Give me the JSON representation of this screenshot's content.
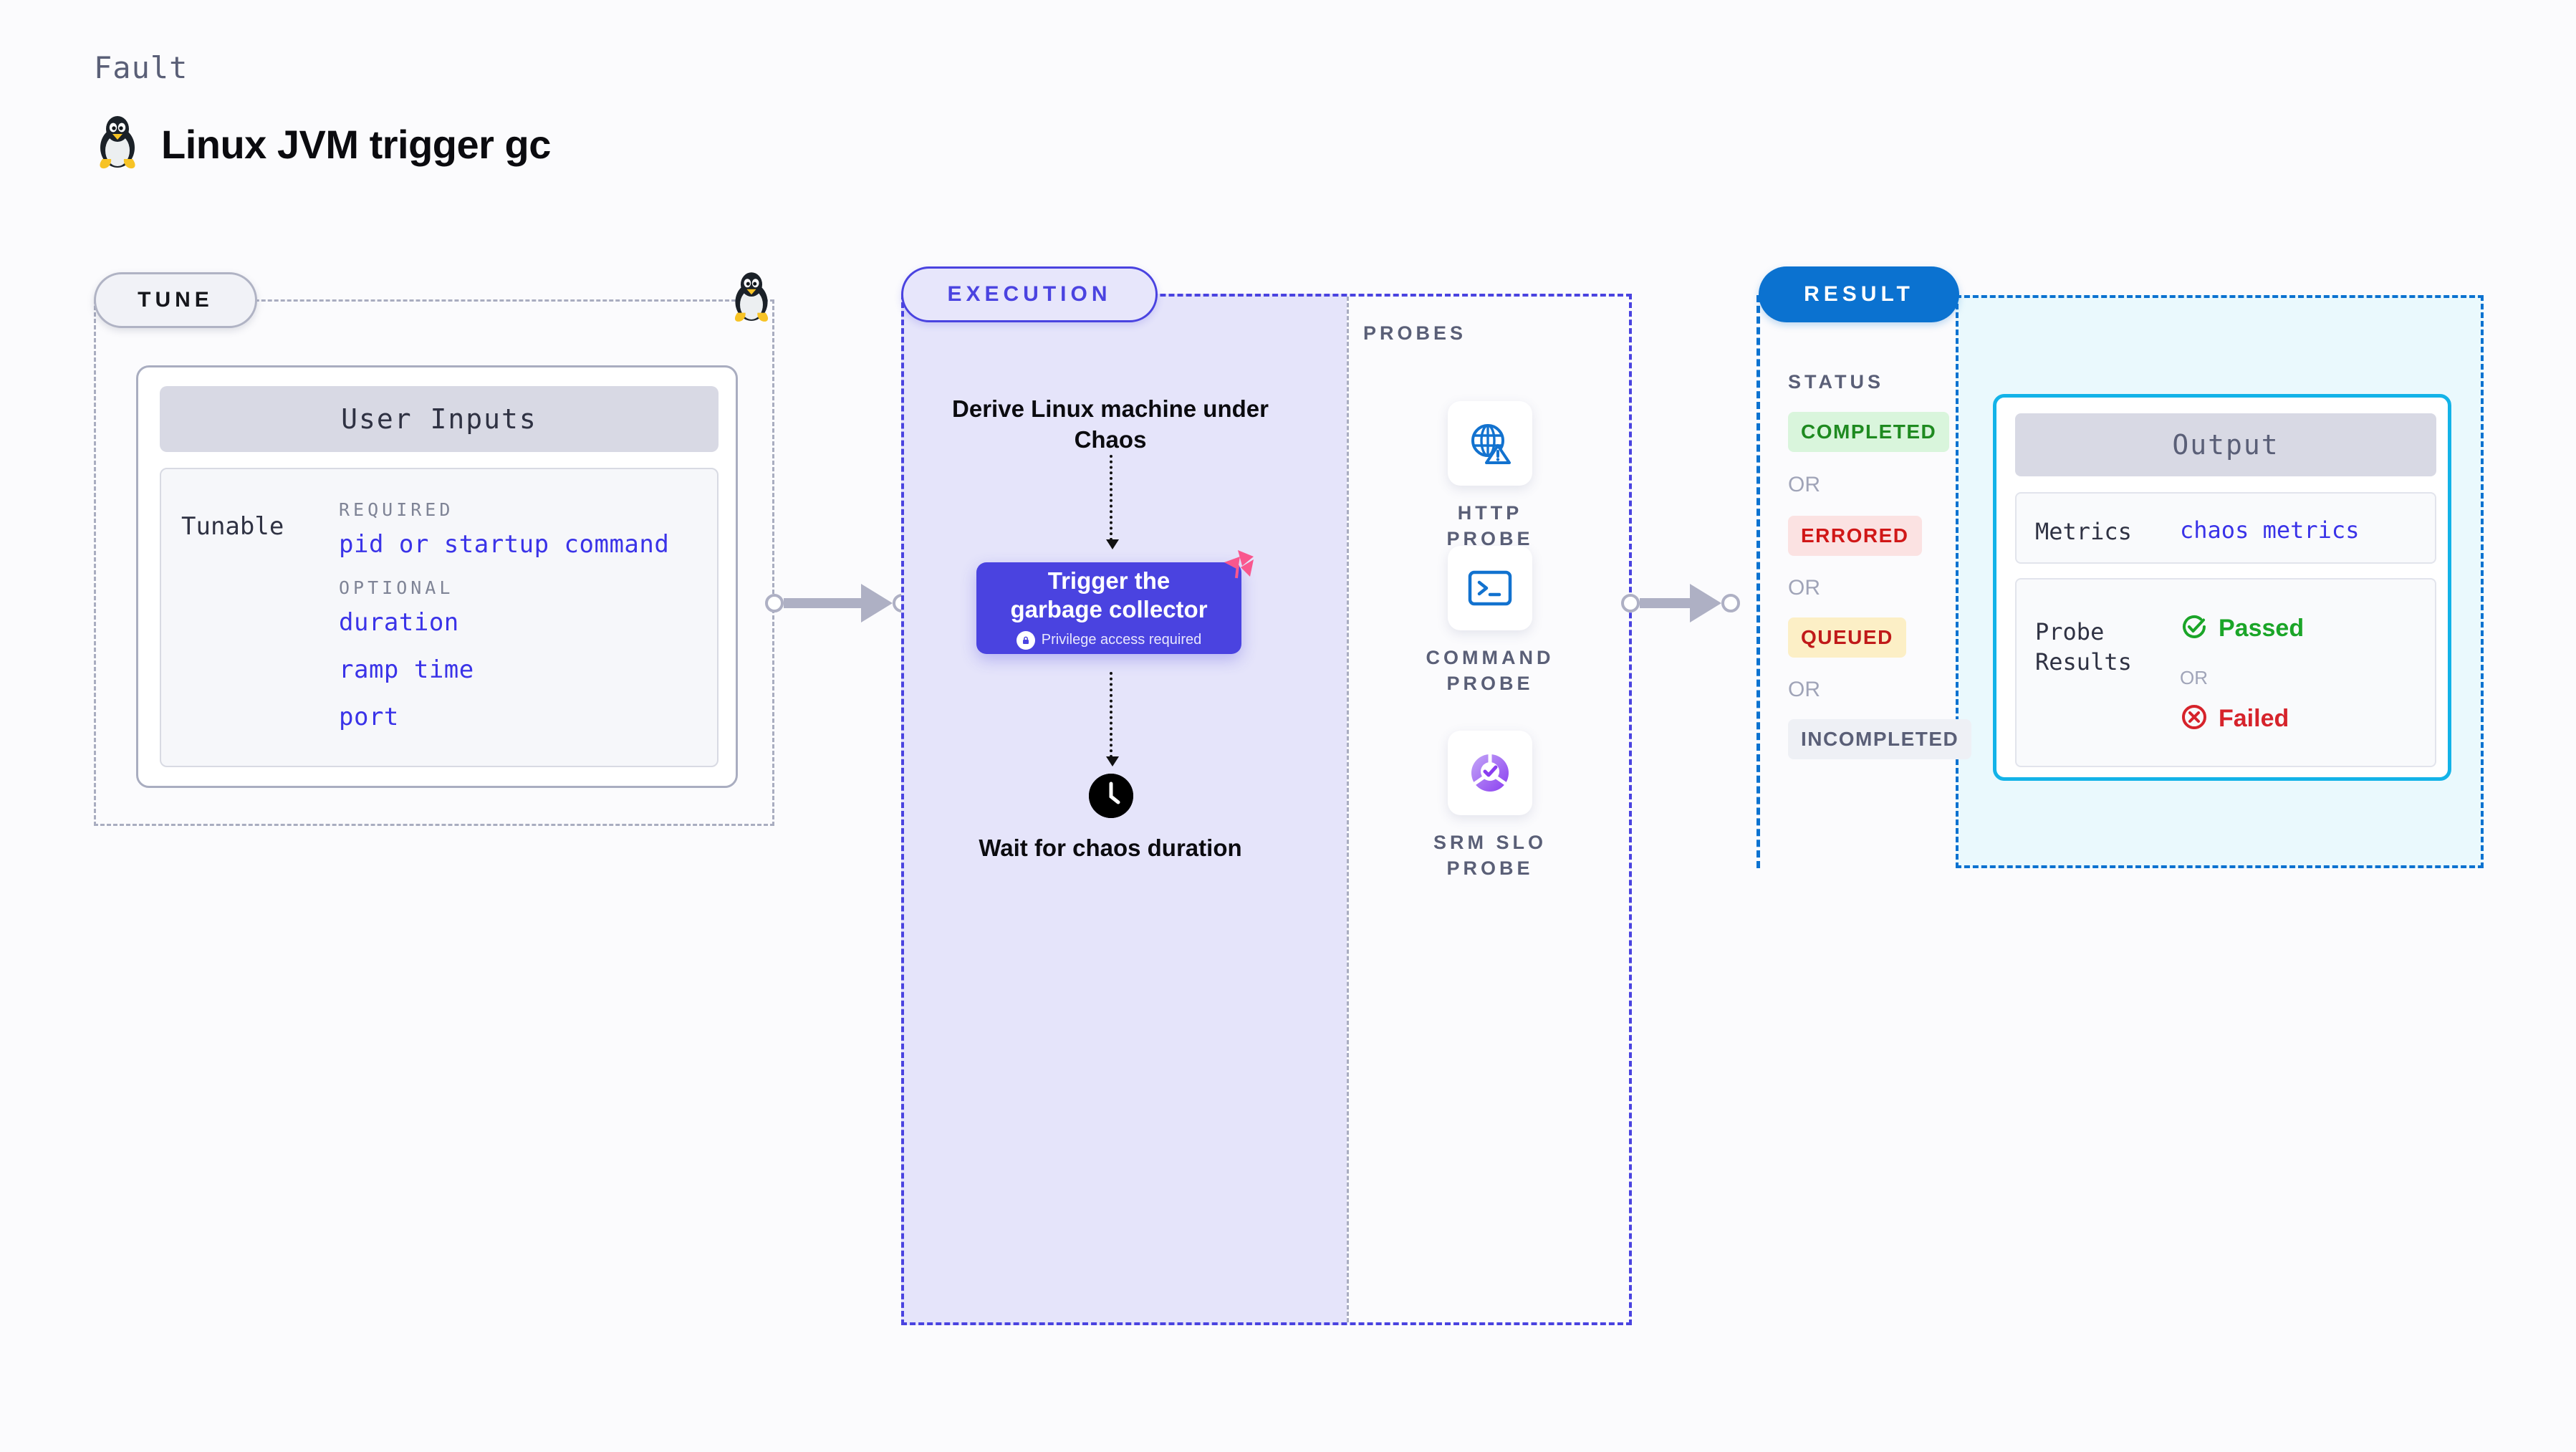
{
  "header": {
    "eyebrow": "Fault",
    "title": "Linux JVM trigger gc",
    "icon": "linux-tux-icon"
  },
  "tune": {
    "pill_label": "TUNE",
    "card_title": "User Inputs",
    "tunable_label": "Tunable",
    "sections": [
      {
        "label": "REQUIRED",
        "items": [
          "pid or startup command"
        ]
      },
      {
        "label": "OPTIONAL",
        "items": [
          "duration",
          "ramp time",
          "port"
        ]
      }
    ]
  },
  "execution": {
    "pill_label": "EXECUTION",
    "step_derive": "Derive Linux machine under Chaos",
    "action_box": {
      "title_line1": "Trigger the",
      "title_line2": "garbage collector",
      "privilege_note": "Privilege access required",
      "badge_icon": "pinwheel-badge-icon",
      "lock_icon": "lock-icon"
    },
    "step_wait": "Wait for chaos duration",
    "wait_icon": "clock-icon"
  },
  "probes": {
    "title": "PROBES",
    "items": [
      {
        "label_line1": "HTTP",
        "label_line2": "PROBE",
        "icon": "globe-warning-icon"
      },
      {
        "label_line1": "COMMAND",
        "label_line2": "PROBE",
        "icon": "terminal-icon"
      },
      {
        "label_line1": "SRM SLO",
        "label_line2": "PROBE",
        "icon": "slo-donut-check-icon"
      }
    ]
  },
  "result": {
    "pill_label": "RESULT",
    "status_title": "STATUS",
    "or_label": "OR",
    "statuses": [
      {
        "label": "COMPLETED",
        "bg": "#d9f5dc",
        "fg": "#1e8a20"
      },
      {
        "label": "ERRORED",
        "bg": "#fbe2e2",
        "fg": "#d01717"
      },
      {
        "label": "QUEUED",
        "bg": "#fcefc6",
        "fg": "#c01a1a"
      },
      {
        "label": "INCOMPLETED",
        "bg": "#eef0f5",
        "fg": "#5a5f77"
      }
    ]
  },
  "output": {
    "card_title": "Output",
    "metrics_key": "Metrics",
    "metrics_value": "chaos metrics",
    "probe_results_key_line1": "Probe",
    "probe_results_key_line2": "Results",
    "passed_label": "Passed",
    "failed_label": "Failed",
    "or_label": "OR",
    "passed_icon": "check-circle-icon",
    "failed_icon": "x-circle-icon"
  },
  "colors": {
    "accent_purple": "#4a43e0",
    "accent_blue": "#0b72d0",
    "accent_cyan": "#13b3e8",
    "link_purple": "#3a33e8",
    "muted": "#5a5f77"
  }
}
